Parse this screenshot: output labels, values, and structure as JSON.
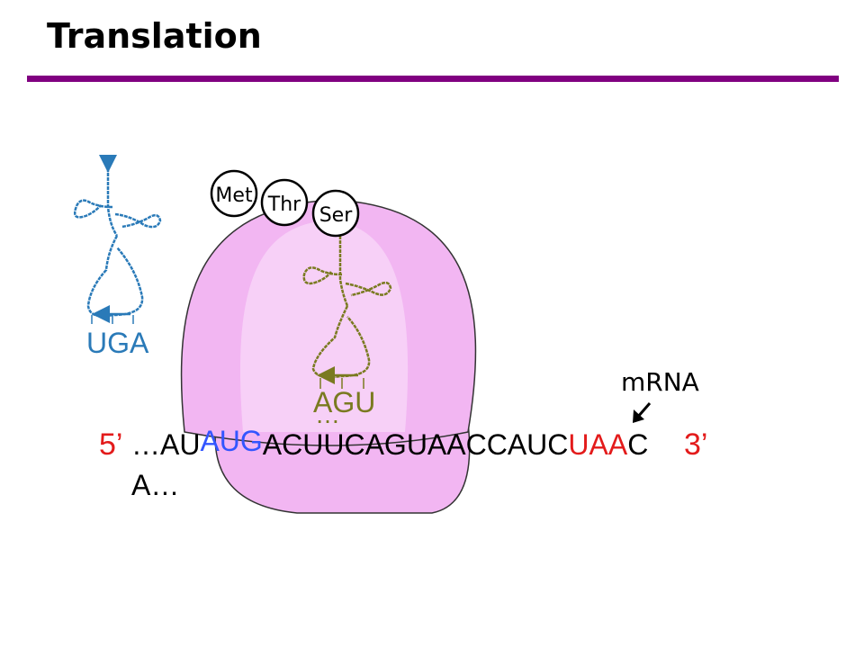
{
  "title": "Translation",
  "colors": {
    "rule": "#800080",
    "ribbosome": "#f2b6f2",
    "ribosome_core": "#f7d0f7",
    "trna_blue": "#2a7ab8",
    "trna_olive": "#7a7a20",
    "codon_blue": "#3355ff",
    "codon_red": "#e31b1b"
  },
  "amino_acids": [
    "Met",
    "Thr",
    "Ser"
  ],
  "trna_left": {
    "anticodon": "UGA"
  },
  "trna_bound": {
    "anticodon": "AGU"
  },
  "ellipsis": "…",
  "mrna": {
    "label": "mRNA",
    "five_prime": "5’",
    "three_prime": "3’",
    "seg_pre": "…AU",
    "seg_start": "AUG",
    "seg_mid": "ACUUCAGUAACCAUC",
    "seg_stop": "UAA",
    "seg_post": "C",
    "line2": "A…"
  }
}
